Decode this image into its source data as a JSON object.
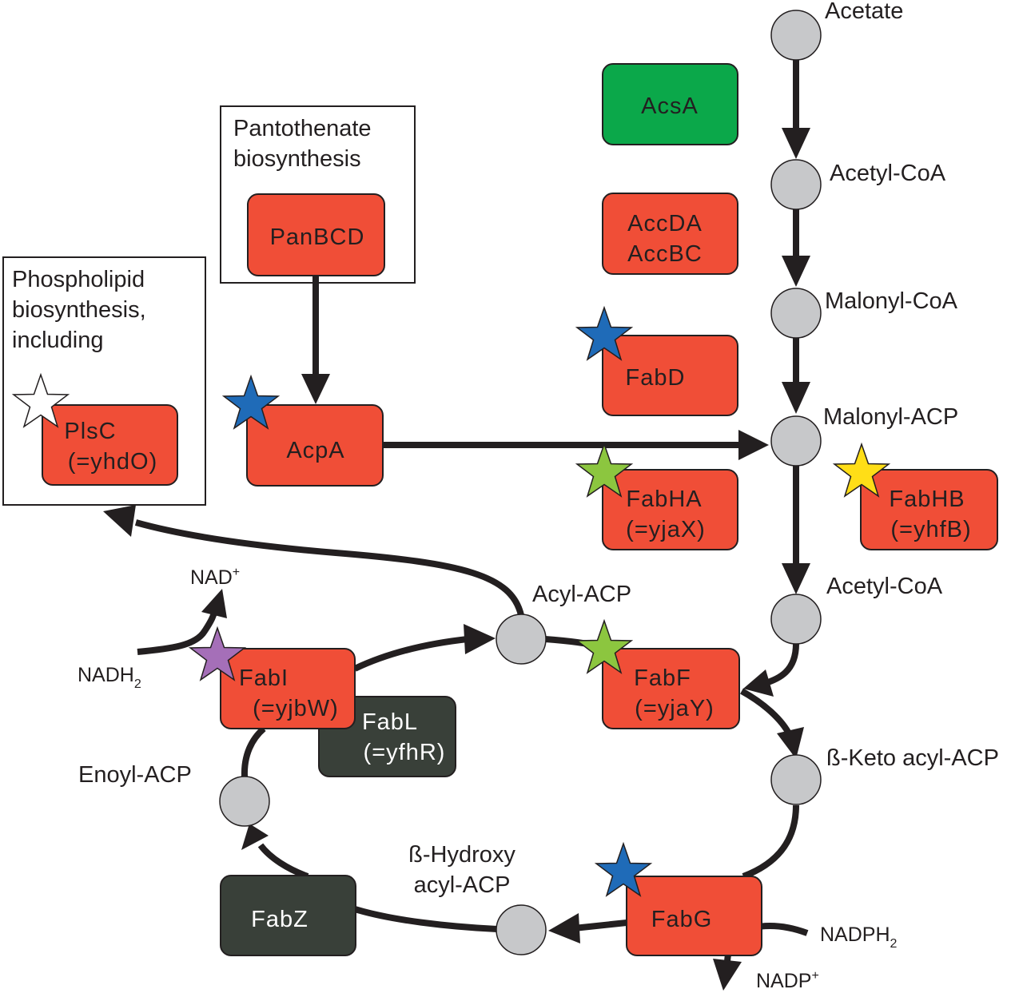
{
  "metabolites": {
    "acetate": "Acetate",
    "acetyl_coa_top": "Acetyl-CoA",
    "malonyl_coa": "Malonyl-CoA",
    "malonyl_acp": "Malonyl-ACP",
    "acetyl_coa_lower": "Acetyl-CoA",
    "acyl_acp": "Acyl-ACP",
    "beta_keto_acyl_acp": "ß-Keto acyl-ACP",
    "beta_hydroxy_line1": "ß-Hydroxy",
    "beta_hydroxy_line2": "acyl-ACP",
    "enoyl_acp": "Enoyl-ACP"
  },
  "cofactors": {
    "nad_plus": "NAD",
    "nad_plus_sup": "+",
    "nadh2": "NADH",
    "nadh2_sub": "2",
    "nadph2": "NADPH",
    "nadph2_sub": "2",
    "nadp_plus": "NADP",
    "nadp_plus_sup": "+"
  },
  "frames": {
    "pantothenate_line1": "Pantothenate",
    "pantothenate_line2": "biosynthesis",
    "phospholipid_line1": "Phospholipid",
    "phospholipid_line2": "biosynthesis,",
    "phospholipid_line3": "including"
  },
  "enzymes": {
    "acsa": "AcsA",
    "accda_line1": "AccDA",
    "accda_line2": "AccBC",
    "fabd": "FabD",
    "fabha_line1": "FabHA",
    "fabha_line2": "(=yjaX)",
    "fabhb_line1": "FabHB",
    "fabhb_line2": "(=yhfB)",
    "panbcd": "PanBCD",
    "acpa": "AcpA",
    "plsc_line1": "PlsC",
    "plsc_line2": "(=yhdO)",
    "fabi_line1": "FabI",
    "fabi_line2": "(=yjbW)",
    "fabl_line1": "FabL",
    "fabl_line2": "(=yfhR)",
    "fabf_line1": "FabF",
    "fabf_line2": "(=yjaY)",
    "fabg": "FabG",
    "fabz": "FabZ"
  },
  "colors": {
    "enzyme_red": "#f04e37",
    "enzyme_green": "#0ba84a",
    "enzyme_dark": "#394039",
    "metabolite_grey": "#c7c8ca",
    "star_blue": "#1f6bb8",
    "star_lime": "#8cc63f",
    "star_yellow": "#ffde17",
    "star_purple": "#a56fb8",
    "star_white": "#ffffff"
  },
  "stars": [
    {
      "enzyme": "AcpA",
      "color": "#1f6bb8"
    },
    {
      "enzyme": "FabD",
      "color": "#1f6bb8"
    },
    {
      "enzyme": "FabHA",
      "color": "#8cc63f"
    },
    {
      "enzyme": "FabHB",
      "color": "#ffde17"
    },
    {
      "enzyme": "PlsC",
      "color": "#ffffff"
    },
    {
      "enzyme": "FabI",
      "color": "#a56fb8"
    },
    {
      "enzyme": "FabF",
      "color": "#8cc63f"
    },
    {
      "enzyme": "FabG",
      "color": "#1f6bb8"
    }
  ]
}
